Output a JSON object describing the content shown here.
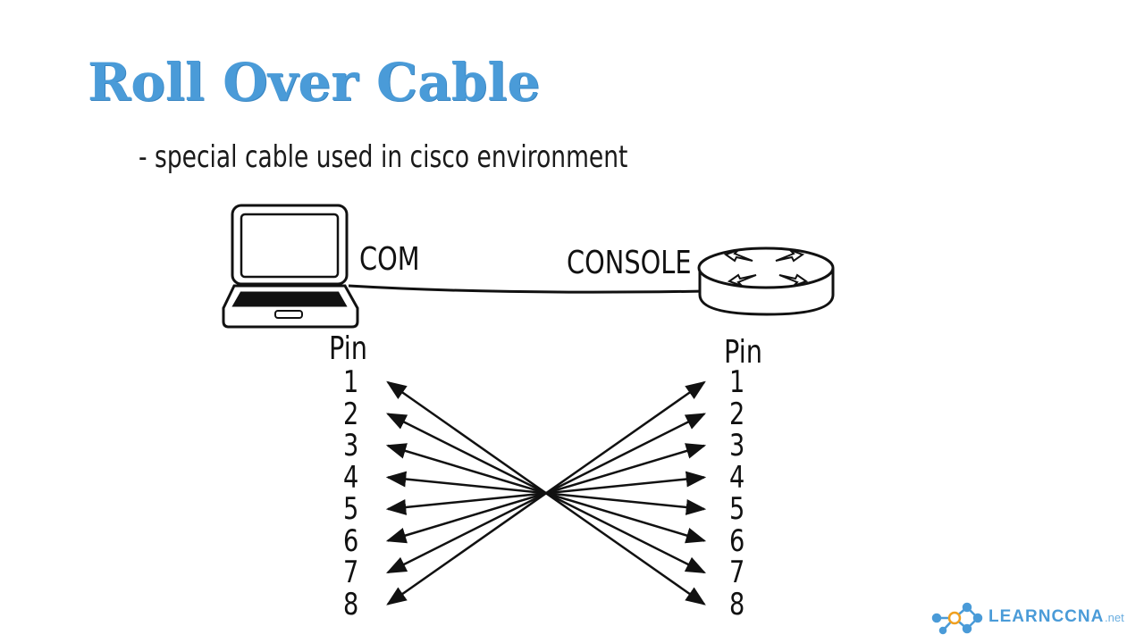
{
  "slide": {
    "title": "Roll Over Cable",
    "subtitle": "- special cable used in cisco environment"
  },
  "devices": {
    "laptop_label": "COM",
    "router_label": "CONSOLE"
  },
  "pins": {
    "left_header": "Pin",
    "right_header": "Pin",
    "left": [
      "1",
      "2",
      "3",
      "4",
      "5",
      "6",
      "7",
      "8"
    ],
    "right": [
      "1",
      "2",
      "3",
      "4",
      "5",
      "6",
      "7",
      "8"
    ],
    "mapping": [
      [
        1,
        8
      ],
      [
        2,
        7
      ],
      [
        3,
        6
      ],
      [
        4,
        5
      ],
      [
        5,
        4
      ],
      [
        6,
        3
      ],
      [
        7,
        2
      ],
      [
        8,
        1
      ]
    ]
  },
  "logo": {
    "name": "LEARNCCNA",
    "suffix": ".net",
    "icon": "network-nodes-icon"
  },
  "colors": {
    "title": "#4a9bd8",
    "ink": "#111111",
    "logo": "#4a9bd8"
  }
}
